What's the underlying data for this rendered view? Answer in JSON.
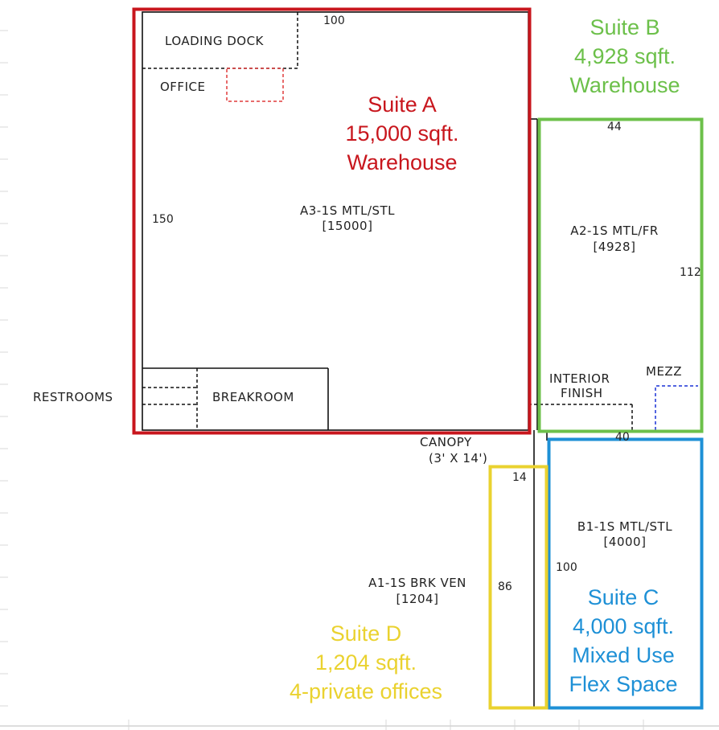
{
  "colors": {
    "suite_a": "#c8161d",
    "suite_b": "#6cc04a",
    "suite_c": "#1e90d6",
    "suite_d": "#ead22f",
    "linework": "#111111"
  },
  "rooms": {
    "loading_dock": "LOADING DOCK",
    "office": "OFFICE",
    "restrooms": "RESTROOMS",
    "breakroom": "BREAKROOM",
    "interior_finish_line1": "INTERIOR",
    "interior_finish_line2": "FINISH",
    "mezz": "MEZZ",
    "canopy_line1": "CANOPY",
    "canopy_line2": "(3' X 14')"
  },
  "parcels": {
    "a3": {
      "code": "A3-1S MTL/STL",
      "area": "[15000]"
    },
    "a2": {
      "code": "A2-1S MTL/FR",
      "area": "[4928]"
    },
    "b1": {
      "code": "B1-1S MTL/STL",
      "area": "[4000]"
    },
    "a1": {
      "code": "A1-1S BRK VEN",
      "area": "[1204]"
    }
  },
  "dimensions": {
    "a3_top": "100",
    "a3_side": "150",
    "a2_top": "44",
    "a2_side": "112",
    "b1_top": "40",
    "b1_side": "100",
    "a1_top": "14",
    "a1_side": "86"
  },
  "suites": {
    "a": {
      "name": "Suite A",
      "size": "15,000 sqft.",
      "use": "Warehouse"
    },
    "b": {
      "name": "Suite B",
      "size": "4,928 sqft.",
      "use": "Warehouse"
    },
    "c": {
      "name": "Suite C",
      "size": "4,000 sqft.",
      "use_line1": "Mixed Use",
      "use_line2": "Flex Space"
    },
    "d": {
      "name": "Suite D",
      "size": "1,204 sqft.",
      "use": "4-private offices"
    }
  }
}
